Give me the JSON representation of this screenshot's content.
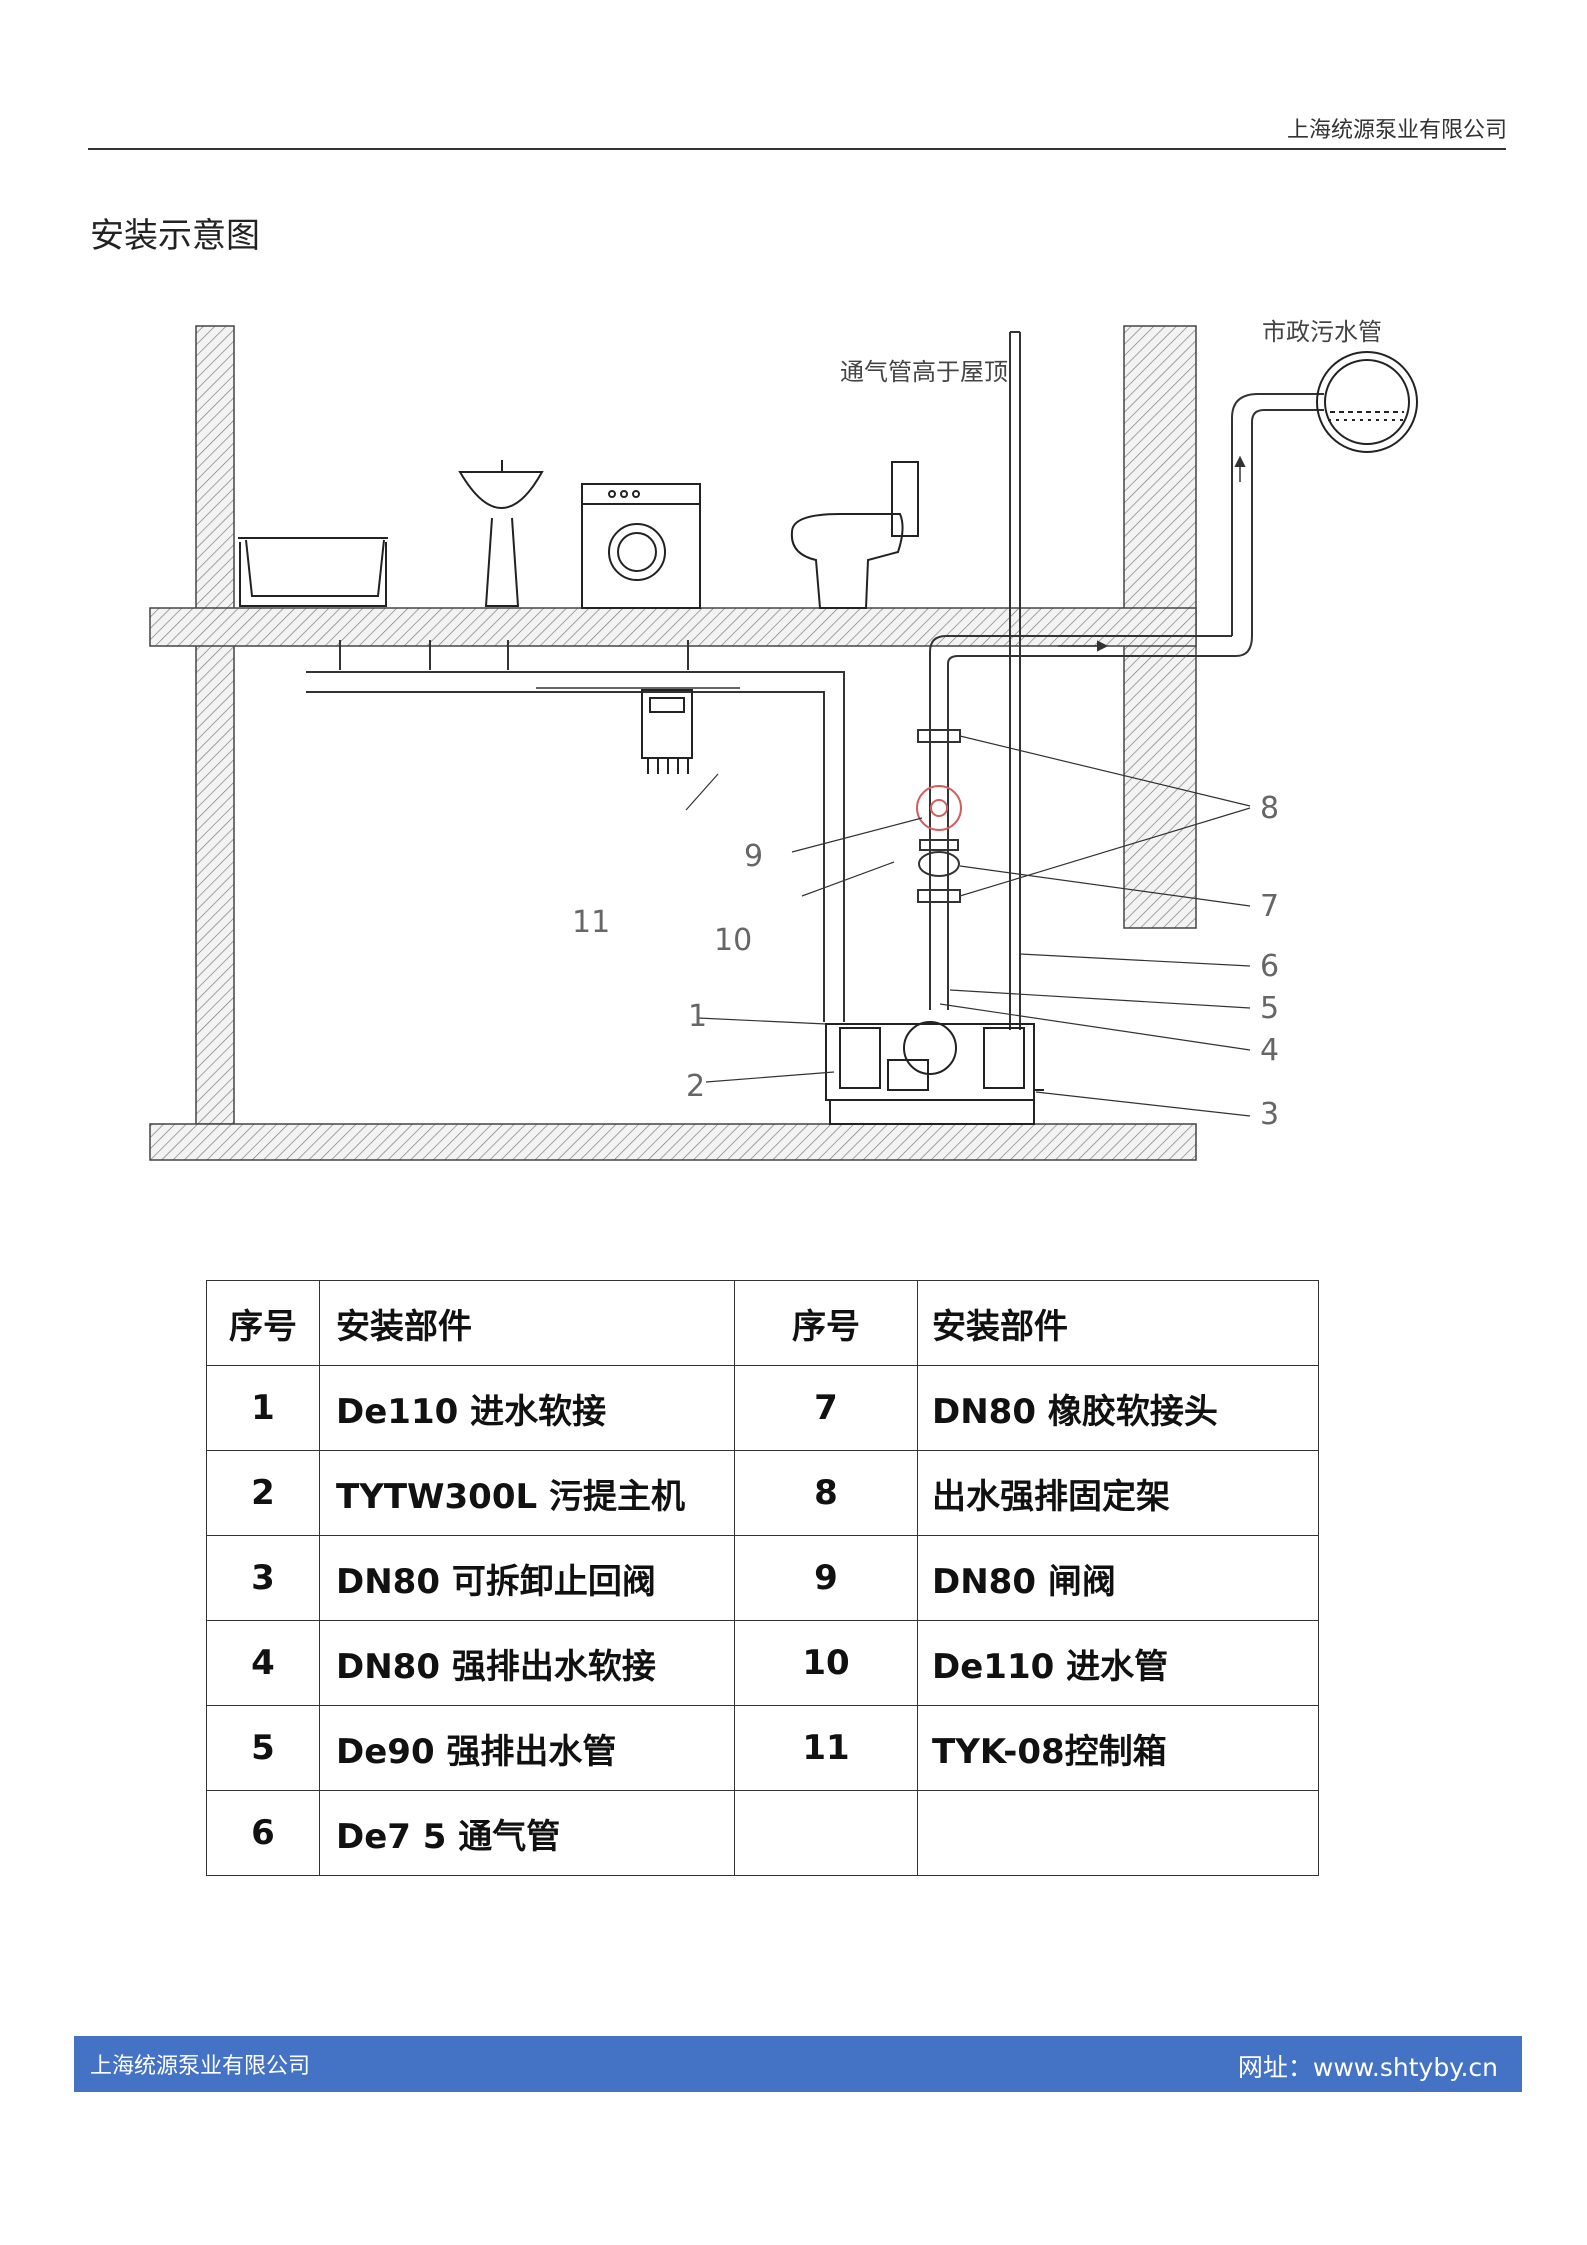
{
  "header": {
    "company": "上海统源泵业有限公司"
  },
  "page_title": "安装示意图",
  "diagram": {
    "note_vent": "通气管高于屋顶",
    "note_sewer": "市政污水管",
    "callouts": [
      "1",
      "2",
      "3",
      "4",
      "5",
      "6",
      "7",
      "8",
      "9",
      "10",
      "11"
    ]
  },
  "parts_table": {
    "headers": [
      "序号",
      "安装部件",
      "序号",
      "安装部件"
    ],
    "rows": [
      {
        "no1": "1",
        "name1": "De110 进水软接",
        "no2": "7",
        "name2": "DN80 橡胶软接头"
      },
      {
        "no1": "2",
        "name1": "TYTW300L 污提主机",
        "no2": "8",
        "name2": "出水强排固定架"
      },
      {
        "no1": "3",
        "name1": "DN80 可拆卸止回阀",
        "no2": "9",
        "name2": "DN80 闸阀"
      },
      {
        "no1": "4",
        "name1": "DN80 强排出水软接",
        "no2": "10",
        "name2": "De110 进水管"
      },
      {
        "no1": "5",
        "name1": "De90 强排出水管",
        "no2": "11",
        "name2": "TYK-08控制箱"
      },
      {
        "no1": "6",
        "name1": "De7 5 通气管",
        "no2": "",
        "name2": ""
      }
    ]
  },
  "footer": {
    "company": "上海统源泵业有限公司",
    "website": "网址：www.shtyby.cn"
  }
}
